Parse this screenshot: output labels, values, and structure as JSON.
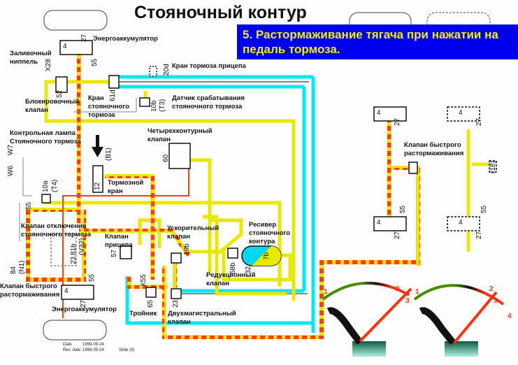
{
  "title": "Стояночный контур",
  "banner": {
    "line1": "5. Растормаживание тягача при нажатии на",
    "line2": "педаль тормоза.",
    "background": "#0000f0",
    "text_color": "#f0f000"
  },
  "colors": {
    "yellow_line": "#e8e800",
    "cyan_line": "#00e8f0",
    "red_dash": "#ff4000",
    "pedal_red": "#ff3010",
    "arc_green": "#4a8a00"
  },
  "labels": {
    "energy_accumulator_top": "Энергоаккумулятор",
    "filler_nipple_1": "Заливочный",
    "filler_nipple_2": "ниппель",
    "trailer_brake_valve": "Кран тормоза прицепа",
    "blocking_valve_1": "Блокировочный",
    "blocking_valve_2": "клапан",
    "parking_brake_valve_1": "Кран",
    "parking_brake_valve_2": "стояночного",
    "parking_brake_valve_3": "тормоза",
    "parking_sensor_1": "Датчик срабатывания",
    "parking_sensor_2": "стояночного тормоза",
    "control_lamp_1": "Контрольная лампа",
    "control_lamp_2": "Стояночного тормоза",
    "four_circuit_1": "Четырехконтурный",
    "four_circuit_2": "клапан",
    "brake_valve_1": "Тормозной",
    "brake_valve_2": "кран",
    "shutoff_valve_1": "Клапан отключения",
    "shutoff_valve_2": "стояночного тормоза",
    "trailer_valve_1": "Клапан",
    "trailer_valve_2": "прицепа",
    "relay_valve_1": "Ускорительный",
    "relay_valve_2": "клапан",
    "receiver_1": "Ресивер",
    "receiver_2": "стояночного",
    "receiver_3": "контура",
    "reducing_valve_1": "Редукционный",
    "reducing_valve_2": "клапан",
    "quick_release_left_1": "Клапан быстрого",
    "quick_release_left_2": "растормаживания",
    "energy_accumulator_bottom": "Энергоаккумулятор",
    "tee": "Тройник",
    "two_line_valve_1": "Двухмагистральный",
    "two_line_valve_2": "клапан",
    "quick_release_right_1": "Клапан быстрого",
    "quick_release_right_2": "растормаживания"
  },
  "codes": {
    "c27a": "27",
    "c55a": "55",
    "cx28": "X28",
    "c52": "52",
    "c61d": "61d",
    "c20d": "20d",
    "c10b": "10b",
    "cT3": "(T3)",
    "cW7": "W7",
    "cW6": "W6",
    "cB1": "(B1)",
    "c12": "12",
    "c60": "60",
    "c10a": "10a",
    "cT4": "(T4)",
    "c55b": "55",
    "c81b": "81b",
    "cV32": "(V32)",
    "c23a": "23",
    "c84": "84",
    "cN1": "(N1)",
    "c55c": "55",
    "c27b": "27",
    "c57": "57",
    "c55d": "X55",
    "c65": "65",
    "c23b": "23",
    "c19b": "19b",
    "c58b": "58b",
    "c7b": "7b",
    "c32": "32",
    "c4a": "4",
    "c4b": "4",
    "c4c": "4",
    "c4d": "4",
    "c4e": "4",
    "c4f": "4",
    "c27c": "27",
    "c27d": "27",
    "c27e": "27",
    "c27f": "27",
    "c55e": "55",
    "c55f": "55",
    "c18": "(18)"
  },
  "pedal_marks": {
    "left": [
      "1",
      "2",
      "3"
    ],
    "right": [
      "1",
      "2",
      "3",
      "4"
    ]
  },
  "footer": {
    "date_label": "Date",
    "date_value": "1999-09-24",
    "rev_label": "Rev. date",
    "rev_value": "1999-09-24",
    "slide_label": "Slide (4)"
  }
}
